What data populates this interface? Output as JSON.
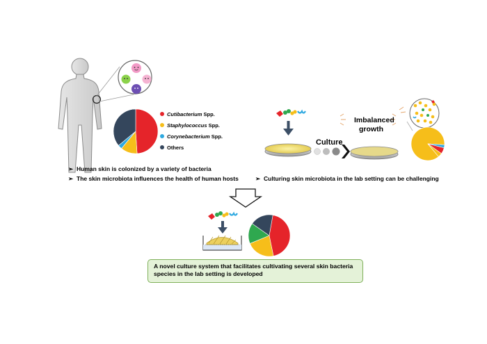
{
  "colors": {
    "red": "#e5242a",
    "yellow": "#f6be1a",
    "blue": "#2fa9e0",
    "navy": "#34465c",
    "green": "#2fa84f",
    "box_fill": "#e4f2d8",
    "box_border": "#7fb05a"
  },
  "left_panel": {
    "legend": [
      {
        "name": "Cutibacterium",
        "suffix": " Spp.",
        "color": "#e5242a"
      },
      {
        "name": "Staphylococcus",
        "suffix": " Spp.",
        "color": "#f6be1a"
      },
      {
        "name": "Corynebacterium",
        "suffix": " Spp.",
        "color": "#2fa9e0"
      },
      {
        "name": "Others",
        "suffix": "",
        "color": "#34465c"
      }
    ],
    "pie_fractions": [
      0.49,
      0.12,
      0.03,
      0.36
    ],
    "bullets": [
      "Human skin is colonized by a variety of bacteria",
      "The skin microbiota influences the health of human hosts"
    ]
  },
  "right_panel": {
    "culture_label": "Culture",
    "imbalanced_label_line1": "Imbalanced",
    "imbalanced_label_line2": "growth",
    "pie_fractions": [
      0.87,
      0.03,
      0.06,
      0.04
    ],
    "bullet": "Culturing skin microbiota in the lab setting can be challenging"
  },
  "bottom_panel": {
    "pie_fractions": [
      0.44,
      0.22,
      0.16,
      0.18
    ],
    "conclusion": "A novel culture system that facilitates cultivating several skin bacteria species in the lab setting is developed"
  }
}
